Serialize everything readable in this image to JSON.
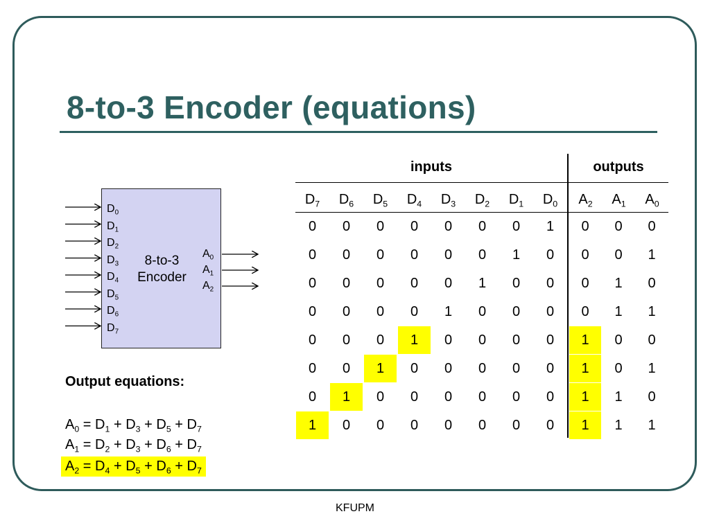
{
  "title": "8-to-3 Encoder (equations)",
  "footer": "KFUPM",
  "encoder": {
    "label_line1": "8-to-3",
    "label_line2": "Encoder",
    "inputs": [
      {
        "base": "D",
        "sub": "0"
      },
      {
        "base": "D",
        "sub": "1"
      },
      {
        "base": "D",
        "sub": "2"
      },
      {
        "base": "D",
        "sub": "3"
      },
      {
        "base": "D",
        "sub": "4"
      },
      {
        "base": "D",
        "sub": "5"
      },
      {
        "base": "D",
        "sub": "6"
      },
      {
        "base": "D",
        "sub": "7"
      }
    ],
    "outputs": [
      {
        "base": "A",
        "sub": "0"
      },
      {
        "base": "A",
        "sub": "1"
      },
      {
        "base": "A",
        "sub": "2"
      }
    ]
  },
  "equations": {
    "heading": "Output equations:",
    "lines": [
      {
        "lhs": {
          "base": "A",
          "sub": "0"
        },
        "terms": [
          {
            "base": "D",
            "sub": "1"
          },
          {
            "base": "D",
            "sub": "3"
          },
          {
            "base": "D",
            "sub": "5"
          },
          {
            "base": "D",
            "sub": "7"
          }
        ],
        "highlight": false
      },
      {
        "lhs": {
          "base": "A",
          "sub": "1"
        },
        "terms": [
          {
            "base": "D",
            "sub": "2"
          },
          {
            "base": "D",
            "sub": "3"
          },
          {
            "base": "D",
            "sub": "6"
          },
          {
            "base": "D",
            "sub": "7"
          }
        ],
        "highlight": false
      },
      {
        "lhs": {
          "base": "A",
          "sub": "2"
        },
        "terms": [
          {
            "base": "D",
            "sub": "4"
          },
          {
            "base": "D",
            "sub": "5"
          },
          {
            "base": "D",
            "sub": "6"
          },
          {
            "base": "D",
            "sub": "7"
          }
        ],
        "highlight": true
      }
    ]
  },
  "truth_table": {
    "group_inputs": "inputs",
    "group_outputs": "outputs",
    "columns": [
      {
        "base": "D",
        "sub": "7"
      },
      {
        "base": "D",
        "sub": "6"
      },
      {
        "base": "D",
        "sub": "5"
      },
      {
        "base": "D",
        "sub": "4"
      },
      {
        "base": "D",
        "sub": "3"
      },
      {
        "base": "D",
        "sub": "2"
      },
      {
        "base": "D",
        "sub": "1"
      },
      {
        "base": "D",
        "sub": "0"
      },
      {
        "base": "A",
        "sub": "2"
      },
      {
        "base": "A",
        "sub": "1"
      },
      {
        "base": "A",
        "sub": "0"
      }
    ],
    "rows": [
      [
        "0",
        "0",
        "0",
        "0",
        "0",
        "0",
        "0",
        "1",
        "0",
        "0",
        "0"
      ],
      [
        "0",
        "0",
        "0",
        "0",
        "0",
        "0",
        "1",
        "0",
        "0",
        "0",
        "1"
      ],
      [
        "0",
        "0",
        "0",
        "0",
        "0",
        "1",
        "0",
        "0",
        "0",
        "1",
        "0"
      ],
      [
        "0",
        "0",
        "0",
        "0",
        "1",
        "0",
        "0",
        "0",
        "0",
        "1",
        "1"
      ],
      [
        "0",
        "0",
        "0",
        "1",
        "0",
        "0",
        "0",
        "0",
        "1",
        "0",
        "0"
      ],
      [
        "0",
        "0",
        "1",
        "0",
        "0",
        "0",
        "0",
        "0",
        "1",
        "0",
        "1"
      ],
      [
        "0",
        "1",
        "0",
        "0",
        "0",
        "0",
        "0",
        "0",
        "1",
        "1",
        "0"
      ],
      [
        "1",
        "0",
        "0",
        "0",
        "0",
        "0",
        "0",
        "0",
        "1",
        "1",
        "1"
      ]
    ],
    "highlighted_cells": [
      [
        4,
        3
      ],
      [
        4,
        8
      ],
      [
        5,
        2
      ],
      [
        5,
        8
      ],
      [
        6,
        1
      ],
      [
        6,
        8
      ],
      [
        7,
        0
      ],
      [
        7,
        8
      ]
    ],
    "highlight_color": "#ffff00"
  },
  "colors": {
    "title": "#2e6060",
    "encoder_fill": "#d3d3f2",
    "highlight": "#ffff00"
  }
}
